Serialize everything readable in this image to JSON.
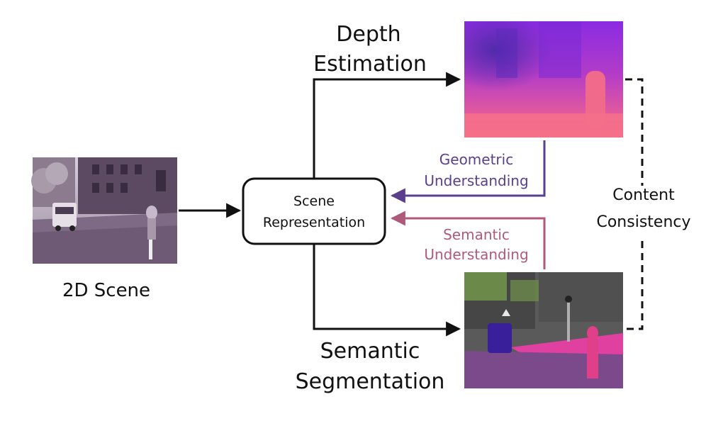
{
  "input": {
    "label": "2D Scene"
  },
  "center": {
    "line1": "Scene",
    "line2": "Representation"
  },
  "depth": {
    "line1": "Depth",
    "line2": "Estimation"
  },
  "segmentation": {
    "line1": "Semantic",
    "line2": "Segmentation"
  },
  "geometric": {
    "line1": "Geometric",
    "line2": "Understanding",
    "color": "#5a3f8f"
  },
  "semantic": {
    "line1": "Semantic",
    "line2": "Understanding",
    "color": "#b05a7a"
  },
  "consistency": {
    "line1": "Content",
    "line2": "Consistency"
  },
  "colors": {
    "arrow": "#111111",
    "depth_top": "#8a2be2",
    "depth_bottom": "#f06080",
    "seg_road": "#7a4a8a",
    "seg_sidewalk": "#e040a0",
    "seg_building": "#4a4a4a",
    "seg_vegetation": "#6b8a4a",
    "seg_car": "#3a1f9a",
    "photo_tone": "#6e5a74"
  }
}
